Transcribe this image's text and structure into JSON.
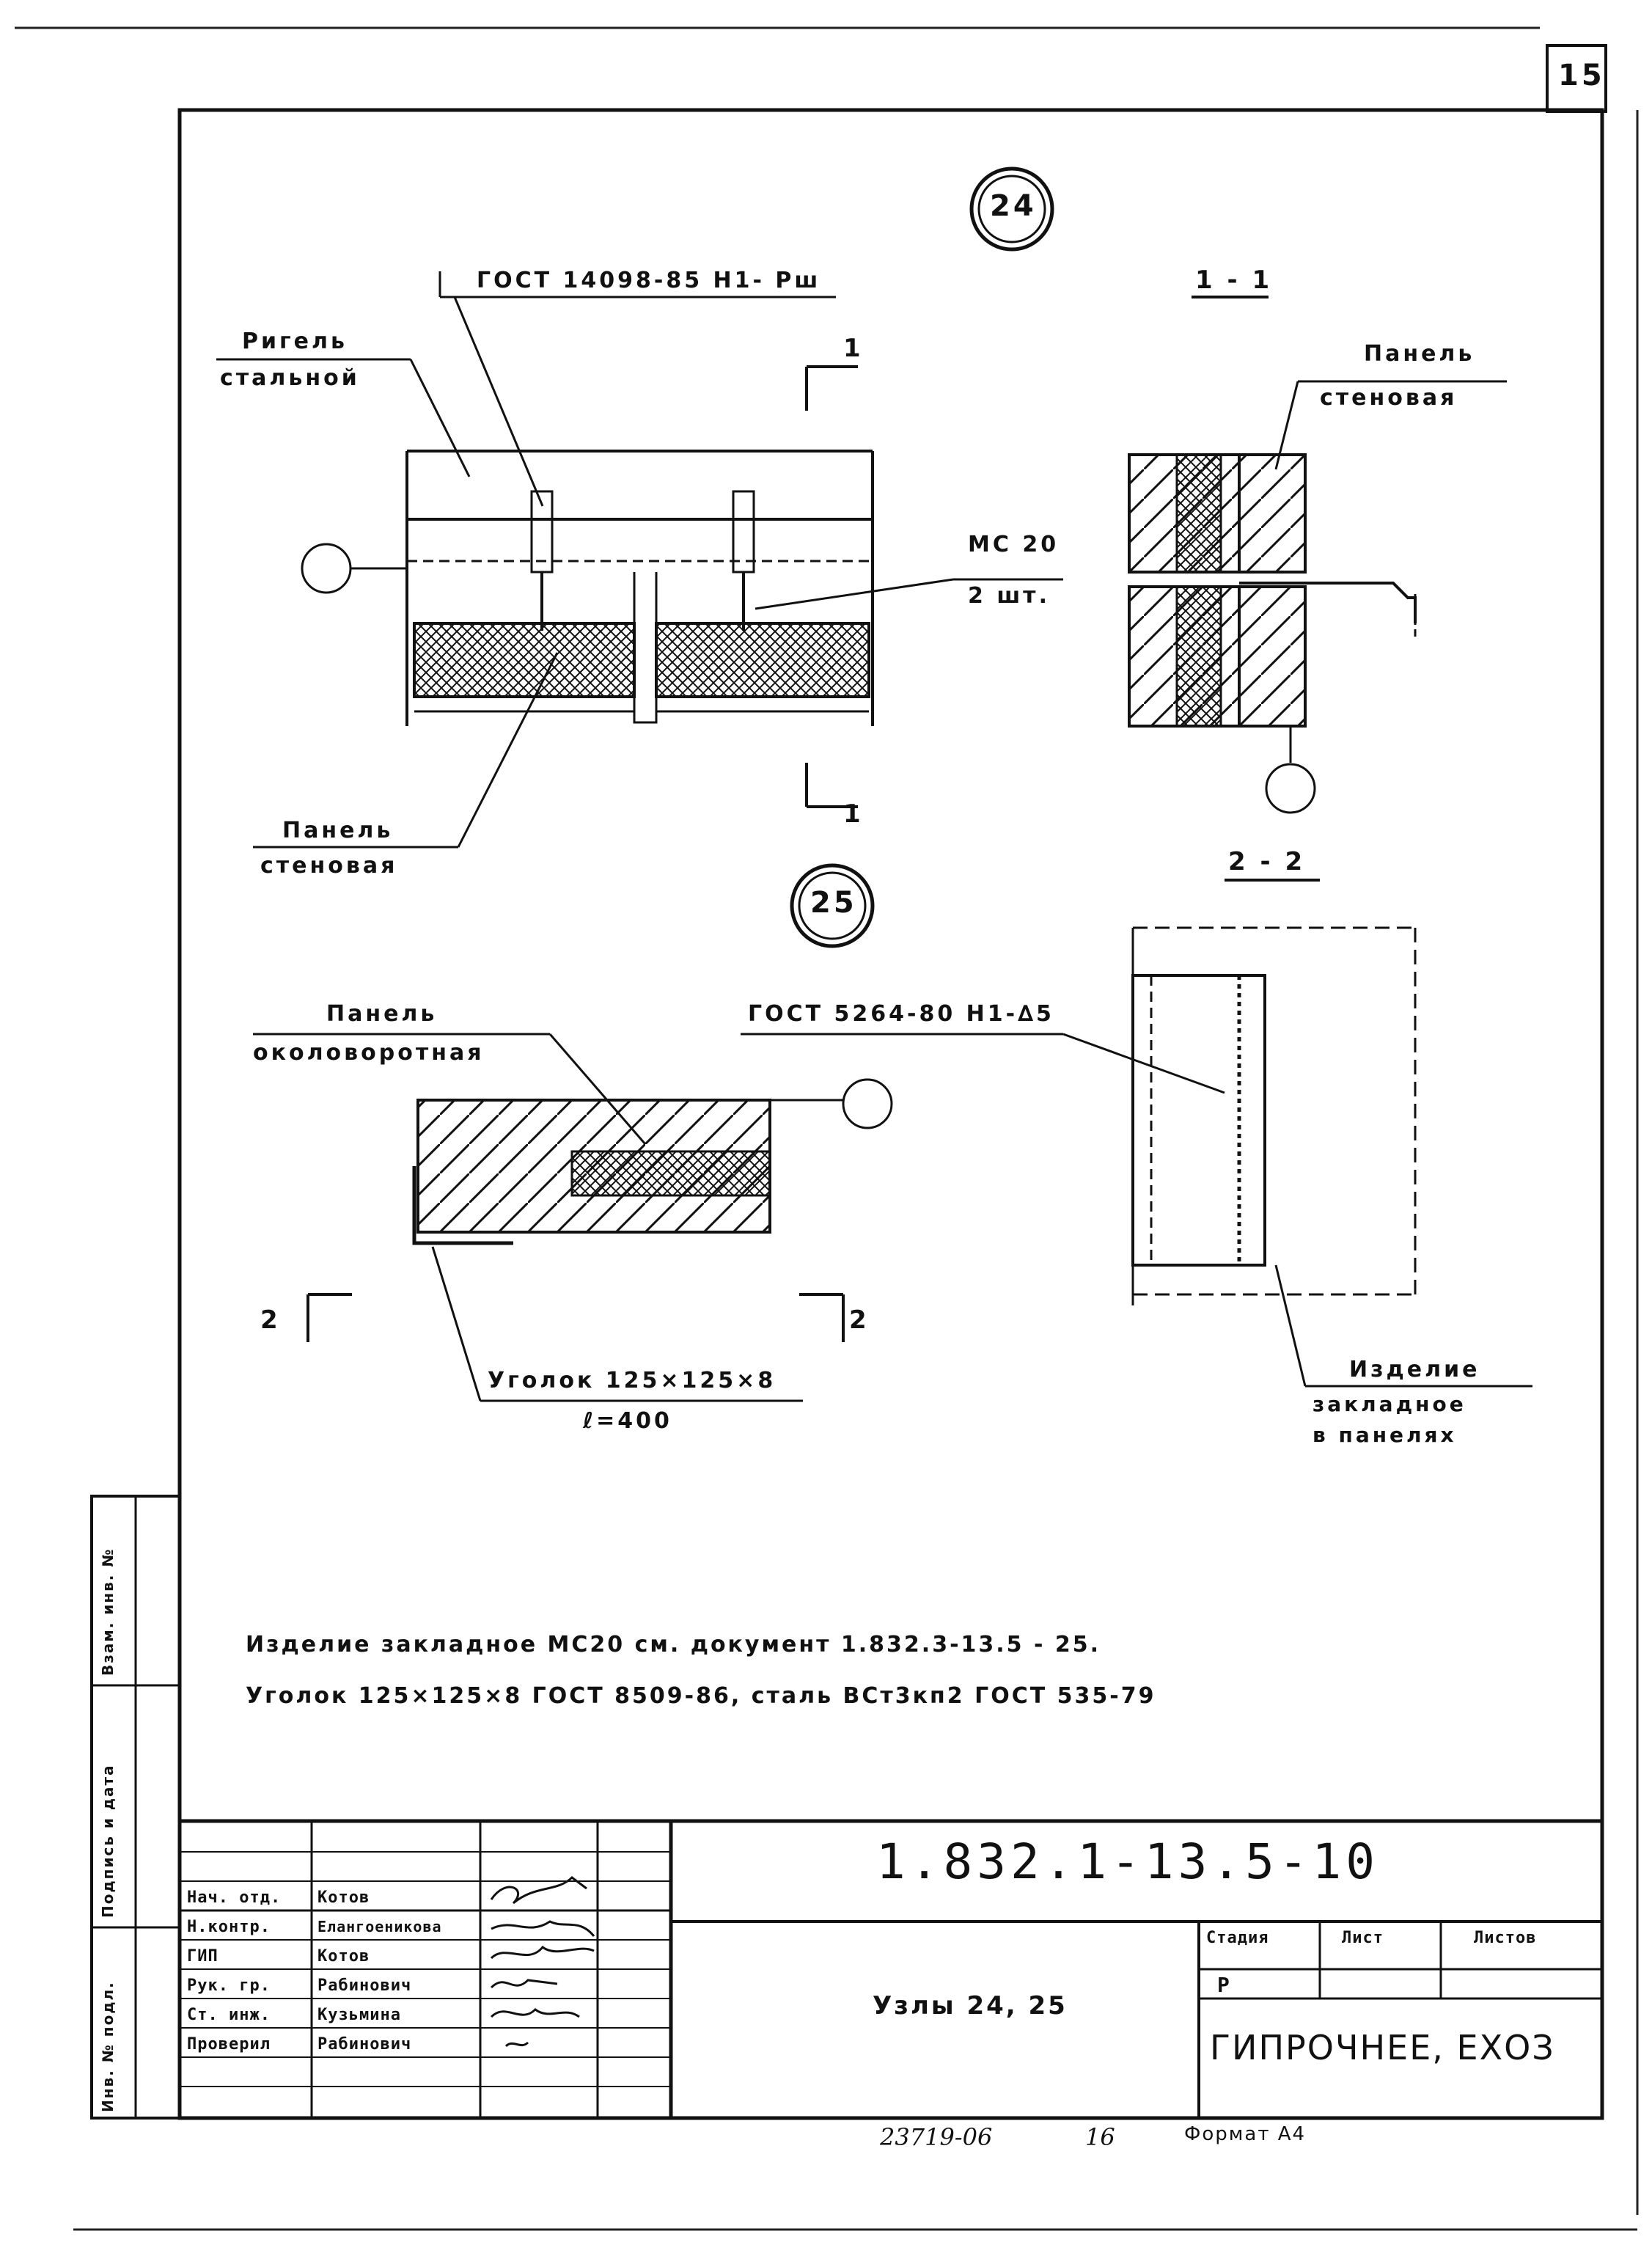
{
  "sheet": {
    "page_number": "15",
    "node_24": "24",
    "node_25": "25"
  },
  "drawing_24": {
    "gost_weld": "ГОСТ 14098-85   Н1- Рш",
    "rigel_line1": "Ригель",
    "rigel_line2": "стальной",
    "mark_mc": "МС 20",
    "mark_qty": "2 шт.",
    "panel_line1": "Панель",
    "panel_line2": "стеновая",
    "section_mark": "1"
  },
  "section_1_1": {
    "title": "1 - 1",
    "panel_line1": "Панель",
    "panel_line2": "стеновая"
  },
  "drawing_25": {
    "panel_line1": "Панель",
    "panel_line2": "околоворотная",
    "angle_line1": "Уголок 125×125×8",
    "angle_line2": "ℓ=400",
    "section_mark": "2"
  },
  "section_2_2": {
    "title": "2 - 2",
    "gost_weld": "ГОСТ 5264-80  Н1-∆5",
    "item_line1": "Изделие",
    "item_line2": "закладное",
    "item_line3": "в панелях"
  },
  "notes": {
    "line1": "Изделие закладное МС20 см. документ  1.832.3-13.5 - 25.",
    "line2": "Уголок 125×125×8  ГОСТ 8509-86, сталь ВСт3кп2  ГОСТ 535-79"
  },
  "title_block": {
    "doc_code": "1.832.1-13.5-10",
    "sheet_title": "Узлы 24, 25",
    "stage_label": "Стадия",
    "sheet_label": "Лист",
    "sheets_label": "Листов",
    "stage_value": "Р",
    "organization": "ГИПРОЧНЕЕ, ЕХОЗ",
    "rows": [
      {
        "role": "Нач. отд.",
        "name": "Котов"
      },
      {
        "role": "Н.контр.",
        "name": "Елангоеникова"
      },
      {
        "role": "ГИП",
        "name": "Котов"
      },
      {
        "role": "Рук. гр.",
        "name": "Рабинович"
      },
      {
        "role": "Ст. инж.",
        "name": "Кузьмина"
      },
      {
        "role": "Проверил",
        "name": "Рабинович"
      }
    ]
  },
  "side_stamp": {
    "col1": "Инв. № подл.",
    "col2": "Подпись и дата",
    "col3": "Взам. инв. №"
  },
  "footer": {
    "copy_number": "23719-06",
    "copy_sheet": "16",
    "format": "Формат А4"
  }
}
